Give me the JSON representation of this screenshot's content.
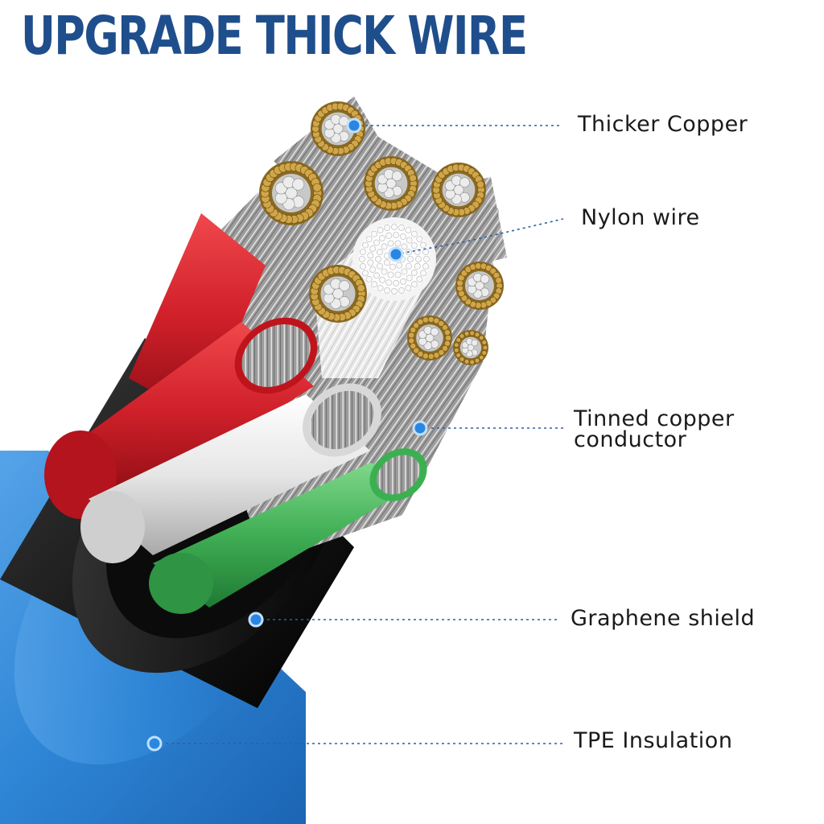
{
  "title": "UPGRADE THICK WIRE",
  "callouts": [
    {
      "id": "thicker-copper",
      "label": "Thicker Copper"
    },
    {
      "id": "nylon-wire",
      "label": "Nylon wire"
    },
    {
      "id": "tinned-copper-conductor",
      "label": "Tinned copper conductor"
    },
    {
      "id": "graphene-shield",
      "label": "Graphene shield"
    },
    {
      "id": "tpe-insulation",
      "label": "TPE Insulation"
    }
  ],
  "colors": {
    "title": "#1f4e8c",
    "leader_line": "#2b5fa6",
    "marker_dot": "#2a86e0",
    "outer_jacket": "#2f86d6",
    "inner_jacket": "#151515",
    "red_wire": "#d0202a",
    "white_wire": "#e8e8e8",
    "green_wire": "#3fae54",
    "copper": "#d0a64a",
    "tinned_strand": "#c8c8c8"
  }
}
